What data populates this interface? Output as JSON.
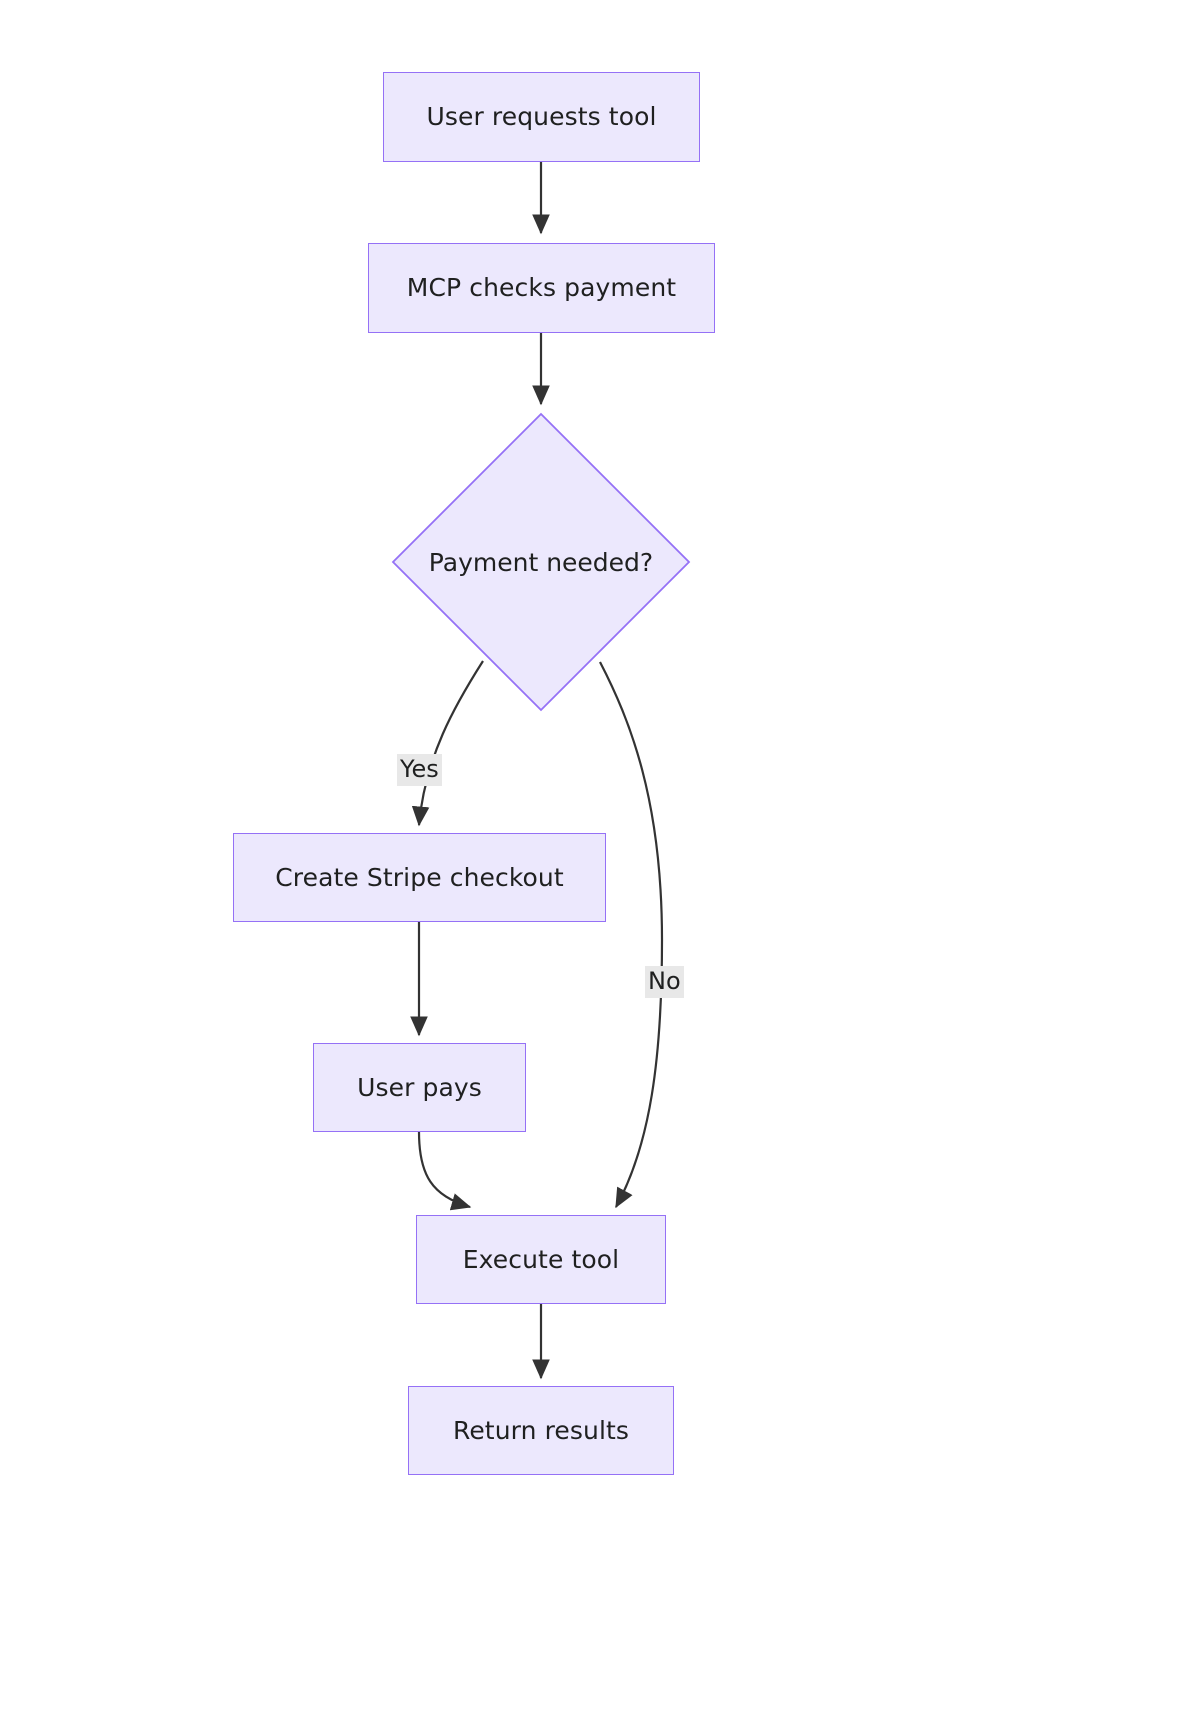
{
  "diagram": {
    "type": "flowchart",
    "direction": "top-to-bottom",
    "title": "",
    "colors": {
      "node_fill": "#ece8fd",
      "node_stroke": "#9571f6",
      "node_text": "#1f2020",
      "edge_stroke": "#333333",
      "edge_label_bg": "#e8e8e8",
      "canvas_bg": "#ffffff"
    },
    "nodes": [
      {
        "id": "n1",
        "label": "User requests tool",
        "shape": "rectangle"
      },
      {
        "id": "n2",
        "label": "MCP checks payment",
        "shape": "rectangle"
      },
      {
        "id": "n3",
        "label": "Payment needed?",
        "shape": "diamond"
      },
      {
        "id": "n4",
        "label": "Create Stripe checkout",
        "shape": "rectangle"
      },
      {
        "id": "n5",
        "label": "User pays",
        "shape": "rectangle"
      },
      {
        "id": "n6",
        "label": "Execute tool",
        "shape": "rectangle"
      },
      {
        "id": "n7",
        "label": "Return results",
        "shape": "rectangle"
      }
    ],
    "edges": [
      {
        "from": "n1",
        "to": "n2",
        "label": ""
      },
      {
        "from": "n2",
        "to": "n3",
        "label": ""
      },
      {
        "from": "n3",
        "to": "n4",
        "label": "Yes"
      },
      {
        "from": "n3",
        "to": "n6",
        "label": "No"
      },
      {
        "from": "n4",
        "to": "n5",
        "label": ""
      },
      {
        "from": "n5",
        "to": "n6",
        "label": ""
      },
      {
        "from": "n6",
        "to": "n7",
        "label": ""
      }
    ],
    "edge_labels": {
      "yes": "Yes",
      "no": "No"
    }
  }
}
